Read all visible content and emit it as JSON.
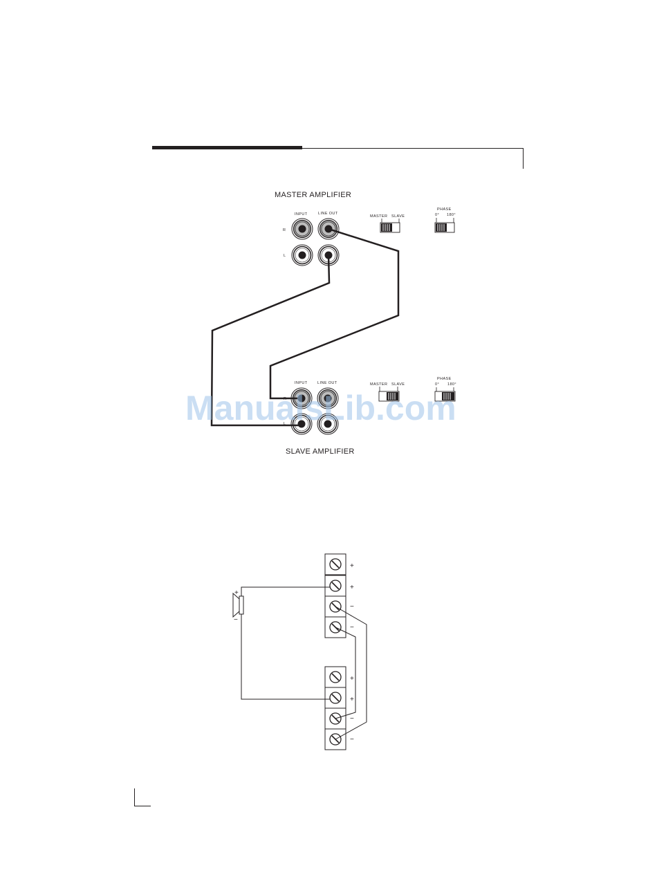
{
  "master": {
    "title": "MASTER AMPLIFIER",
    "input_label": "INPUT",
    "line_out_label": "LINE OUT",
    "r_label": "R",
    "l_label": "L",
    "switch_master": "MASTER",
    "switch_slave": "SLAVE",
    "phase_label": "PHASE",
    "phase_0": "0°",
    "phase_180": "180°"
  },
  "slave": {
    "title": "SLAVE AMPLIFIER",
    "input_label": "INPUT",
    "line_out_label": "LINE OUT",
    "r_label": "R",
    "l_label": "L",
    "switch_master": "MASTER",
    "switch_slave": "SLAVE",
    "phase_label": "PHASE",
    "phase_0": "0°",
    "phase_180": "180°"
  },
  "speaker": {
    "plus": "+",
    "minus": "−"
  },
  "terminals": {
    "upper": [
      "+",
      "+",
      "−",
      "−"
    ],
    "lower": [
      "+",
      "+",
      "−",
      "−"
    ]
  },
  "watermark": "ManualsLib.com"
}
